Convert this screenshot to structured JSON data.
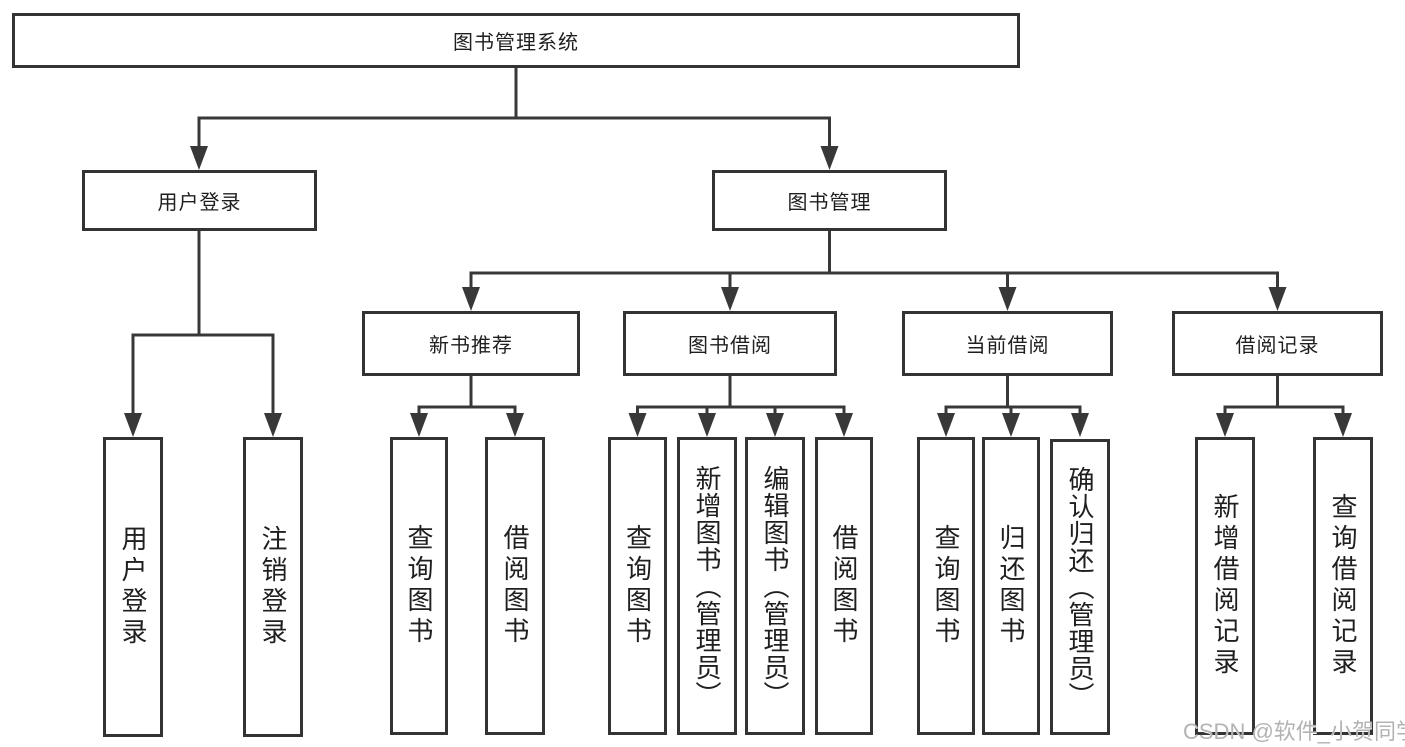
{
  "diagram": {
    "title": "图书管理系统",
    "nodes": {
      "root": {
        "label": "图书管理系统"
      },
      "user_login": {
        "label": "用户登录"
      },
      "book_mgmt": {
        "label": "图书管理"
      },
      "new_book_rec": {
        "label": "新书推荐"
      },
      "book_borrow": {
        "label": "图书借阅"
      },
      "current_borrow": {
        "label": "当前借阅"
      },
      "borrow_record": {
        "label": "借阅记录"
      },
      "leaf_user_login": {
        "label": "用户登录"
      },
      "leaf_logout": {
        "label": "注销登录"
      },
      "leaf_nbr_query_book": {
        "label": "查询图书"
      },
      "leaf_nbr_borrow_book": {
        "label": "借阅图书"
      },
      "leaf_bb_query_book": {
        "label": "查询图书"
      },
      "leaf_bb_add_book": {
        "label": "新增图书（管理员）"
      },
      "leaf_bb_edit_book": {
        "label": "编辑图书（管理员）"
      },
      "leaf_bb_borrow_book": {
        "label": "借阅图书"
      },
      "leaf_cb_query_book": {
        "label": "查询图书"
      },
      "leaf_cb_return_book": {
        "label": "归还图书"
      },
      "leaf_cb_confirm_return": {
        "label": "确认归还（管理员）"
      },
      "leaf_br_add_record": {
        "label": "新增借阅记录"
      },
      "leaf_br_query_record": {
        "label": "查询借阅记录"
      }
    },
    "edges": [
      [
        "root",
        "user_login"
      ],
      [
        "root",
        "book_mgmt"
      ],
      [
        "user_login",
        "leaf_user_login"
      ],
      [
        "user_login",
        "leaf_logout"
      ],
      [
        "book_mgmt",
        "new_book_rec"
      ],
      [
        "book_mgmt",
        "book_borrow"
      ],
      [
        "book_mgmt",
        "current_borrow"
      ],
      [
        "book_mgmt",
        "borrow_record"
      ],
      [
        "new_book_rec",
        "leaf_nbr_query_book"
      ],
      [
        "new_book_rec",
        "leaf_nbr_borrow_book"
      ],
      [
        "book_borrow",
        "leaf_bb_query_book"
      ],
      [
        "book_borrow",
        "leaf_bb_add_book"
      ],
      [
        "book_borrow",
        "leaf_bb_edit_book"
      ],
      [
        "book_borrow",
        "leaf_bb_borrow_book"
      ],
      [
        "current_borrow",
        "leaf_cb_query_book"
      ],
      [
        "current_borrow",
        "leaf_cb_return_book"
      ],
      [
        "current_borrow",
        "leaf_cb_confirm_return"
      ],
      [
        "borrow_record",
        "leaf_br_add_record"
      ],
      [
        "borrow_record",
        "leaf_br_query_record"
      ]
    ],
    "colors": {
      "line": "#383838",
      "box_border": "#333333",
      "text": "#1f1f1f",
      "background": "#ffffff",
      "watermark": "#b3b3b3"
    }
  },
  "watermark": {
    "text": "CSDN @软件_小贺同学"
  }
}
